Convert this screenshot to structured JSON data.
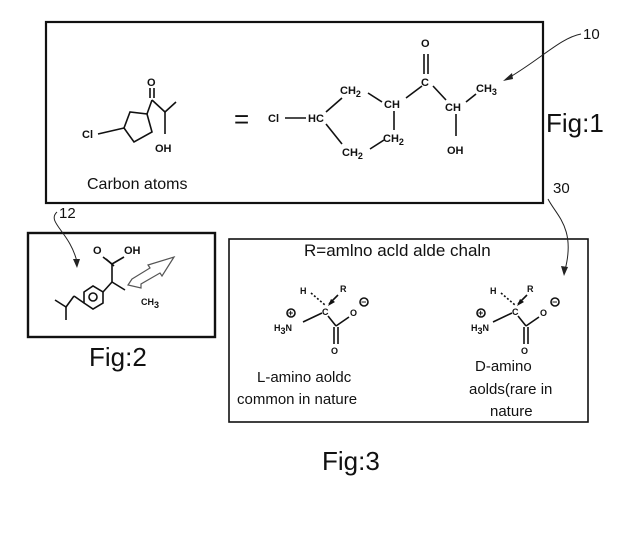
{
  "fig1": {
    "caption": "Carbon atoms",
    "label": "Fig:1",
    "ref": "10",
    "equals": "=",
    "left_structure": {
      "cl": "Cl",
      "o": "O",
      "oh": "OH"
    },
    "right_structure": {
      "cl": "Cl",
      "hc": "HC",
      "ch2_top": "CH",
      "ch2_top_sub": "2",
      "ch2_bot": "CH",
      "ch2_bot_sub": "2",
      "ch_ring": "CH",
      "ch2_ring": "CH",
      "ch2_ring_sub": "2",
      "o": "O",
      "c": "C",
      "ch_chain": "CH",
      "ch3": "CH",
      "ch3_sub": "3",
      "oh": "OH"
    }
  },
  "fig2": {
    "ref": "12",
    "label": "Fig:2",
    "structure": {
      "o": "O",
      "oh": "OH",
      "ch3": "CH",
      "ch3_sub": "3"
    }
  },
  "fig3": {
    "ref": "30",
    "label": "Fig:3",
    "header": "R=amlno acld alde chaln",
    "l_amino": {
      "caption_line1": "L-amino aoldc",
      "caption_line2": "common in nature",
      "h": "H",
      "r": "R",
      "h3n": "H",
      "h3n_sub": "3",
      "n": "N",
      "c": "C",
      "o_top": "O",
      "o_bot": "O",
      "plus": "+",
      "minus": "−"
    },
    "d_amino": {
      "caption_line1": "D-amino",
      "caption_line2": "aolds(rare in",
      "caption_line3": "nature",
      "h": "H",
      "r": "R",
      "h3n": "H",
      "h3n_sub": "3",
      "n": "N",
      "c": "C",
      "o_top": "O",
      "o_bot": "O",
      "plus": "+",
      "minus": "−"
    }
  }
}
